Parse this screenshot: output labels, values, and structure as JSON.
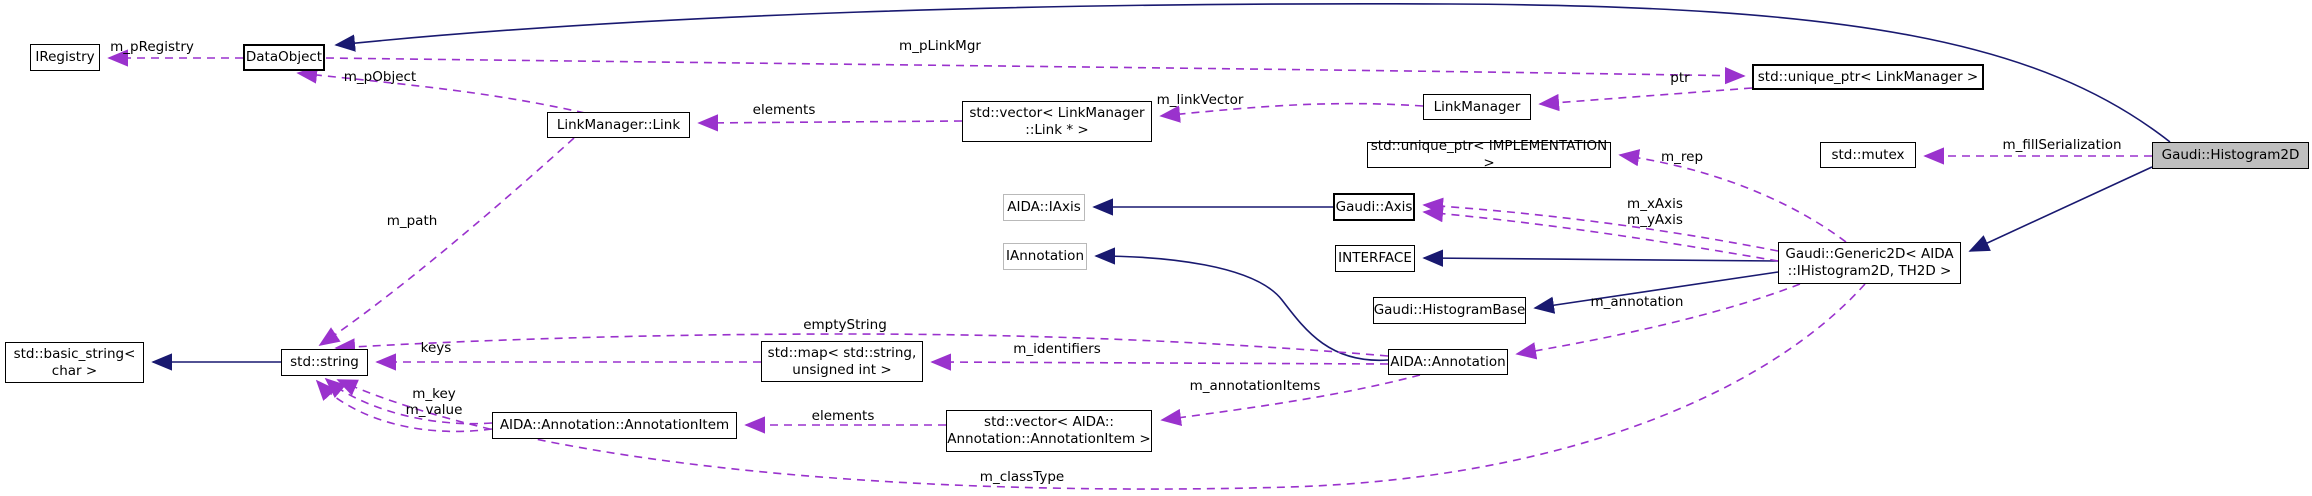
{
  "diagram": {
    "background": "#ffffff",
    "colors": {
      "inheritance_edge": "#191970",
      "usage_edge": "#9a32cd",
      "node_border": "#000000",
      "external_node_border": "#b9b9b9",
      "current_node_fill": "#bfbfbf",
      "node_fill": "#ffffff",
      "text": "#000000"
    },
    "nodes": {
      "iregistry": {
        "label": "IRegistry"
      },
      "dataobject": {
        "label": "DataObject"
      },
      "linkmanager_link": {
        "label": "LinkManager::Link"
      },
      "vector_link": {
        "label": "std::vector< LinkManager\n::Link * >"
      },
      "linkmanager": {
        "label": "LinkManager"
      },
      "unique_ptr_linkmanager": {
        "label": "std::unique_ptr< LinkManager >"
      },
      "unique_ptr_implementation": {
        "label": "std::unique_ptr< IMPLEMENTATION >"
      },
      "mutex": {
        "label": "std::mutex"
      },
      "histogram2d": {
        "label": "Gaudi::Histogram2D"
      },
      "aida_iaxis": {
        "label": "AIDA::IAxis"
      },
      "gaudi_axis": {
        "label": "Gaudi::Axis"
      },
      "iannotation": {
        "label": "IAnnotation"
      },
      "interface": {
        "label": "INTERFACE"
      },
      "generic2d": {
        "label": "Gaudi::Generic2D< AIDA\n::IHistogram2D, TH2D >"
      },
      "histogrambase": {
        "label": "Gaudi::HistogramBase"
      },
      "aida_annotation": {
        "label": "AIDA::Annotation"
      },
      "basic_string": {
        "label": "std::basic_string<\nchar >"
      },
      "string": {
        "label": "std::string"
      },
      "map": {
        "label": "std::map< std::string,\nunsigned int >"
      },
      "annotation_item": {
        "label": "AIDA::Annotation::AnnotationItem"
      },
      "vector_annotation_item": {
        "label": "std::vector< AIDA::\nAnnotation::AnnotationItem >"
      }
    },
    "edge_labels": {
      "m_pRegistry": "m_pRegistry",
      "m_pLinkMgr": "m_pLinkMgr",
      "ptr": "ptr",
      "m_pObject": "m_pObject",
      "elements_links": "elements",
      "m_linkVector": "m_linkVector",
      "m_rep": "m_rep",
      "m_axes": "m_xAxis\nm_yAxis",
      "m_fillSerialization": "m_fillSerialization",
      "m_annotation": "m_annotation",
      "emptyString": "emptyString",
      "m_identifiers": "m_identifiers",
      "keys": "keys",
      "m_key_value": "m_key\nm_value",
      "elements_items": "elements",
      "m_annotationItems": "m_annotationItems",
      "m_classType": "m_classType",
      "m_path": "m_path"
    }
  }
}
